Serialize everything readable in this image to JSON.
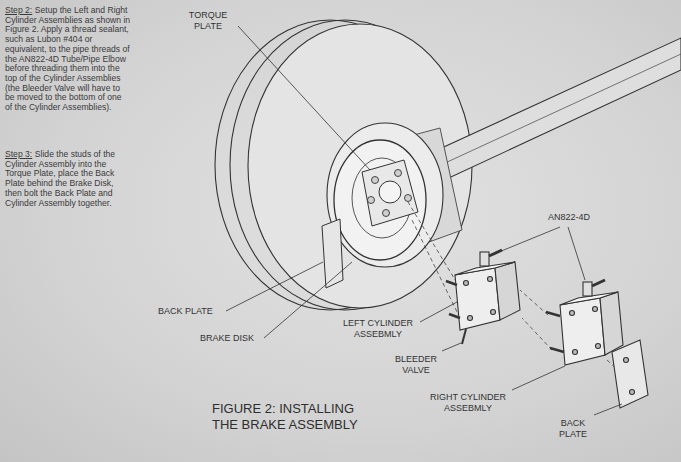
{
  "diagram": {
    "caption": "FIGURE 2: INSTALLING THE BRAKE ASSEMBLY",
    "labels": [
      "Step 2:",
      "Setup the Left and Right Cylinder Assemblies as shown in Figure 2. Apply a thread sealant, such as Lubon #404 or equivalent, to the pipe threads of the AN822-4D Tube/Pipe Elbow before threading them into the top of the Cylinder Assemblies (the Bleeder Valve will have to be moved to the bottom of one of the Cylinder Assemblies).",
      "Step 3:",
      "Slide the studs of the Cylinder Assembly into the Torque Plate, place the Back Plate behind the Brake Disk, then bolt the Back Plate and Cylinder Assembly together.",
      "TORQUE PLATE",
      "AN822-4D",
      "BACK PLATE",
      "BRAKE DISK",
      "LEFT CYLINDER ASSEBMLY",
      "BLEEDER VALVE",
      "RIGHT CYLINDER ASSEBMLY",
      "BACK PLATE"
    ]
  }
}
